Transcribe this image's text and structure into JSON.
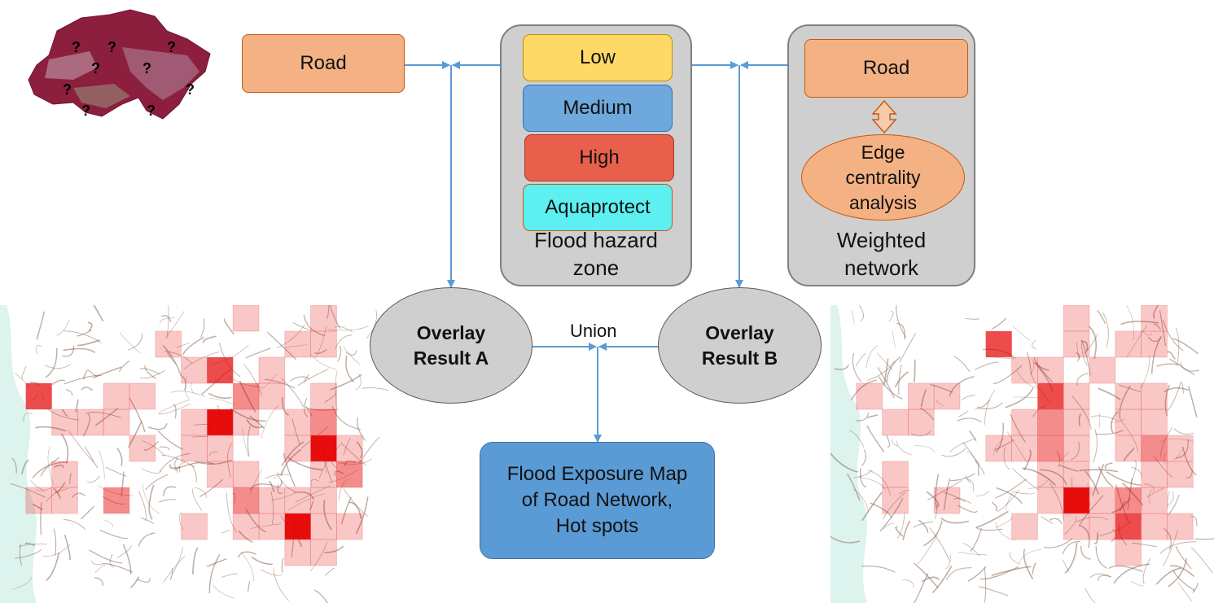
{
  "switzerland_map": {
    "question_marks": [
      "?",
      "?",
      "?",
      "?",
      "?",
      "?",
      "?",
      "?",
      "?"
    ]
  },
  "road_input": {
    "label": "Road"
  },
  "flood_hazard": {
    "levels": [
      {
        "label": "Low",
        "color": "#ffd966"
      },
      {
        "label": "Medium",
        "color": "#6fa8dc"
      },
      {
        "label": "High",
        "color": "#e8604c"
      },
      {
        "label": "Aquaprotect",
        "color": "#5cf0f0"
      }
    ],
    "title_line1": "Flood hazard",
    "title_line2": "zone"
  },
  "weighted_network": {
    "road_label": "Road",
    "analysis_line1": "Edge",
    "analysis_line2": "centrality",
    "analysis_line3": "analysis",
    "title_line1": "Weighted",
    "title_line2": "network"
  },
  "overlay_a": {
    "line1": "Overlay",
    "line2": "Result A"
  },
  "overlay_b": {
    "line1": "Overlay",
    "line2": "Result B"
  },
  "union_label": "Union",
  "exposure_map": {
    "line1": "Flood Exposure Map",
    "line2": "of Road Network,",
    "line3": "Hot spots"
  },
  "colors": {
    "arrow": "#5b9bd5",
    "road_fill": "#f4b183",
    "hotspot": "#e60000"
  }
}
